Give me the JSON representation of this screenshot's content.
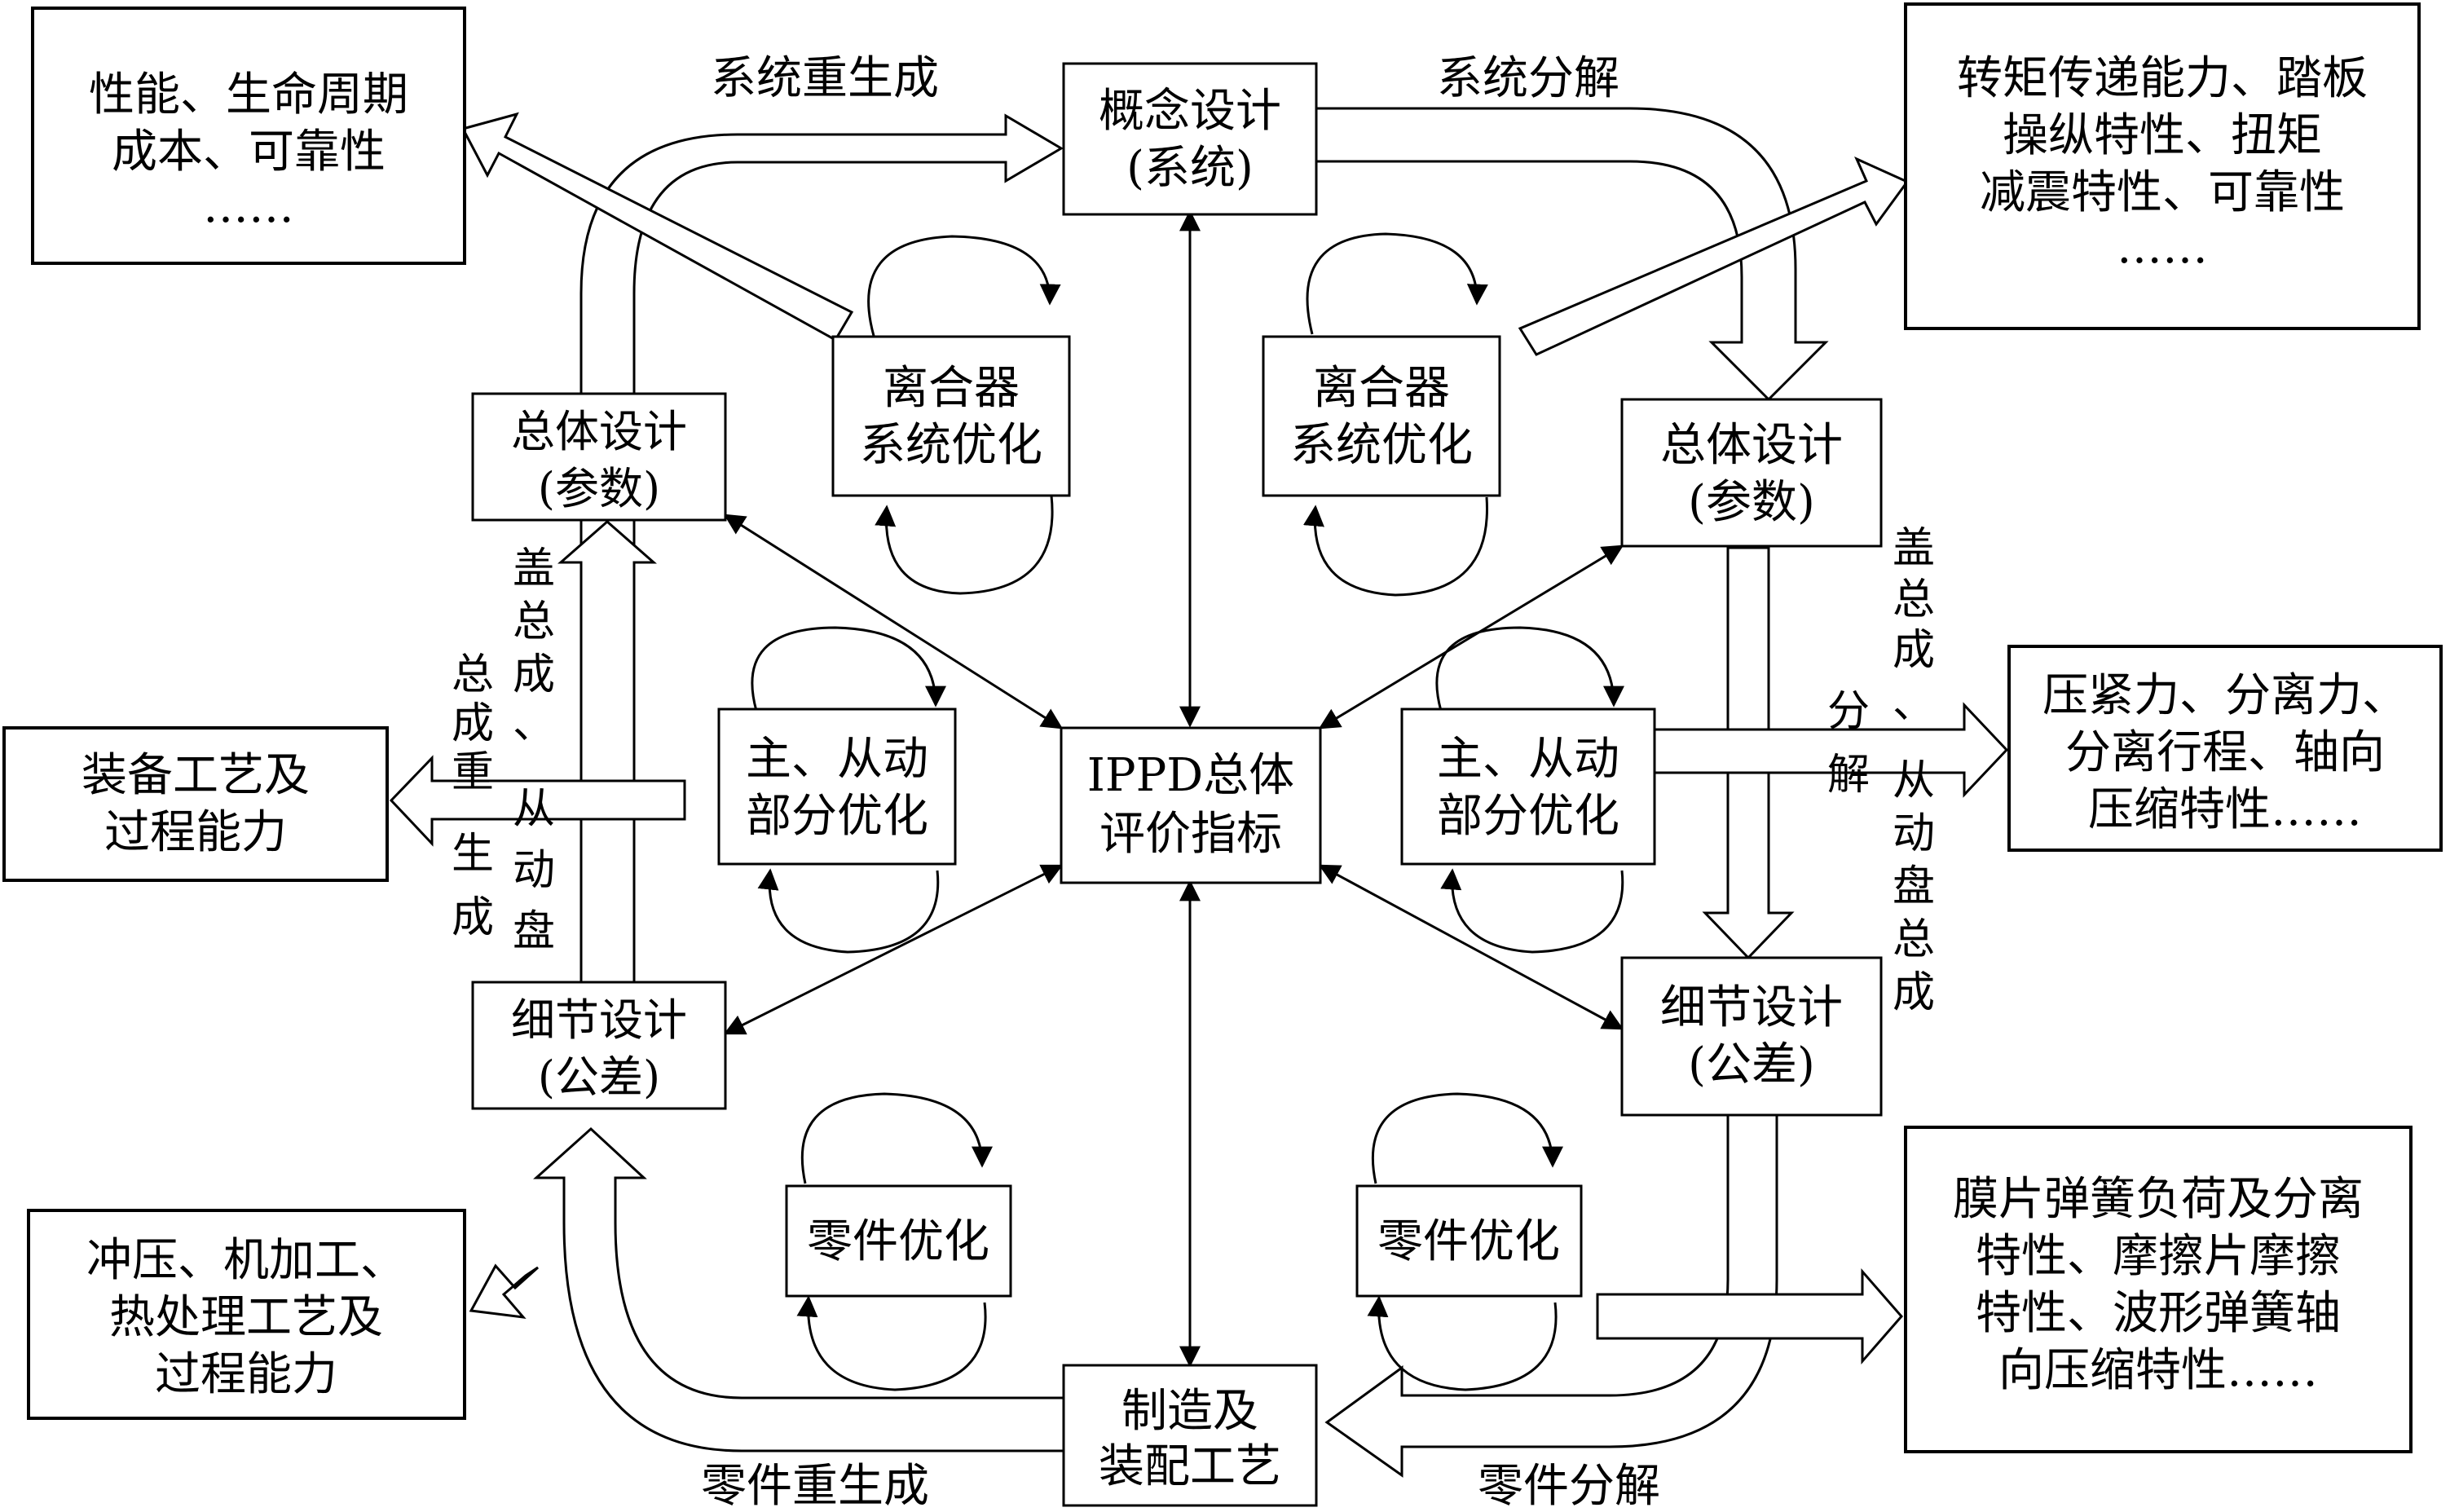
{
  "nodes": {
    "center": [
      "IPPD总体",
      "评价指标"
    ],
    "concept": [
      "概念设计",
      "(系统)"
    ],
    "overall_left": [
      "总体设计",
      "(参数)"
    ],
    "overall_right": [
      "总体设计",
      "(参数)"
    ],
    "detail_left": [
      "细节设计",
      "(公差)"
    ],
    "detail_right": [
      "细节设计",
      "(公差)"
    ],
    "manufacturing": [
      "制造及",
      "装配工艺"
    ],
    "clutch_opt_left": [
      "离合器",
      "系统优化"
    ],
    "clutch_opt_right": [
      "离合器",
      "系统优化"
    ],
    "drive_opt_left": [
      "主、从动",
      "部分优化"
    ],
    "drive_opt_right": [
      "主、从动",
      "部分优化"
    ],
    "part_opt_left": [
      "零件优化"
    ],
    "part_opt_right": [
      "零件优化"
    ]
  },
  "info_boxes": {
    "top_left": [
      "性能、生命周期",
      "成本、可靠性",
      "……"
    ],
    "top_right": [
      "转矩传递能力、踏板",
      "操纵特性、扭矩",
      "减震特性、可靠性",
      "……"
    ],
    "mid_left": [
      "装备工艺及",
      "过程能力"
    ],
    "mid_right": [
      "压紧力、分离力、",
      "分离行程、轴向",
      "压缩特性……"
    ],
    "bottom_left": [
      "冲压、机加工、",
      "热处理工艺及",
      "过程能力"
    ],
    "bottom_right": [
      "膜片弹簧负荷及分离",
      "特性、摩擦片摩擦",
      "特性、波形弹簧轴",
      "向压缩特性……"
    ]
  },
  "labels": {
    "system_regen": "系统重生成",
    "system_decomp": "系统分解",
    "part_regen": "零件重生成",
    "part_decomp": "零件分解",
    "left_col1": [
      "总",
      "成",
      "重",
      "生",
      "成"
    ],
    "left_col2": [
      "盖",
      "总",
      "成",
      "、",
      "从",
      "动",
      "盘"
    ],
    "right_col": [
      "盖",
      "总",
      "成",
      "、",
      "从",
      "动",
      "盘",
      "总",
      "成"
    ],
    "decomp_short": [
      "分",
      "解"
    ]
  },
  "colors": {
    "line": "#000000",
    "fill": "#ffffff"
  }
}
